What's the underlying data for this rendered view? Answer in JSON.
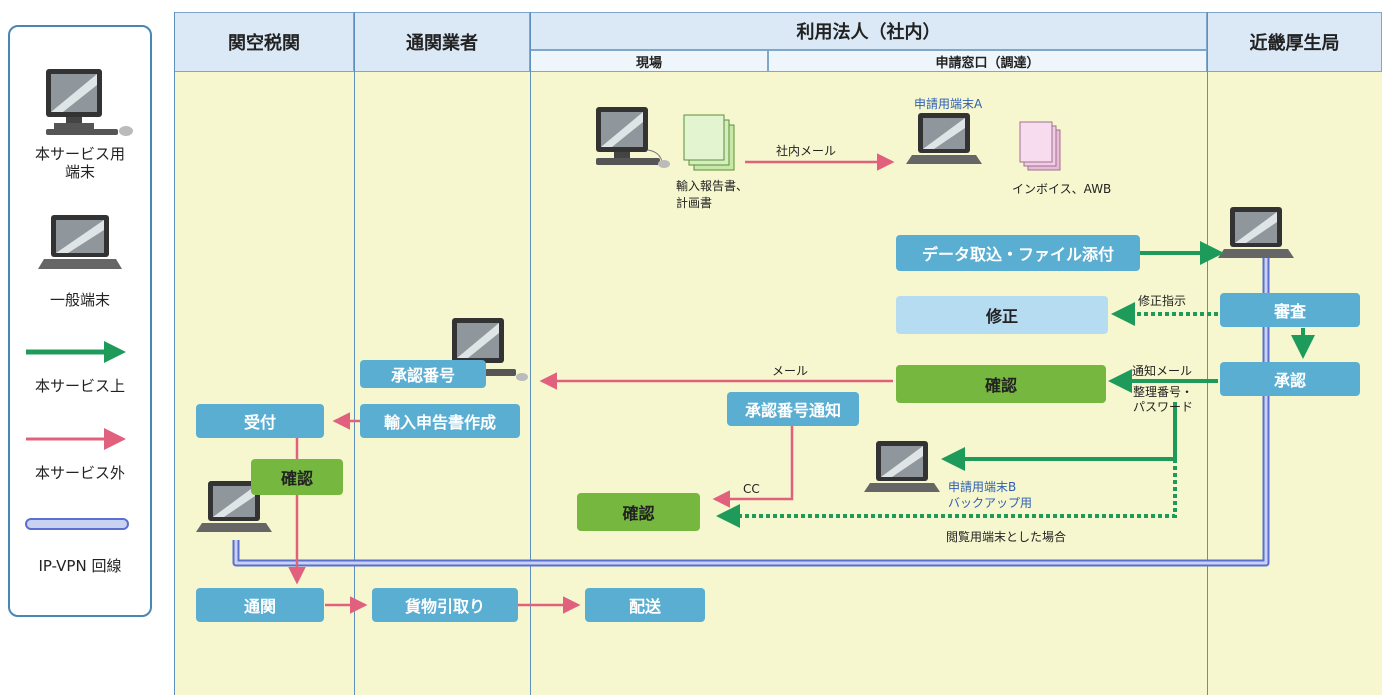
{
  "legend": {
    "service_terminal": "本サービス用\n端末",
    "general_terminal": "一般端末",
    "service_on": "本サービス上",
    "service_off": "本サービス外",
    "ipvpn": "IP-VPN 回線"
  },
  "lanes": {
    "customs": "関空税関",
    "broker": "通関業者",
    "corp": "利用法人（社内）",
    "corp_site": "現場",
    "corp_window": "申請窓口（調達）",
    "bureau": "近畿厚生局"
  },
  "labels": {
    "terminal_a": "申請用端末A",
    "internal_mail": "社内メール",
    "import_docs": "輸入報告書、\n計画書",
    "invoice": "インボイス、AWB",
    "fix_instruction": "修正指示",
    "notice_mail": "通知メール",
    "ref_password": "整理番号・\nパスワード",
    "mail": "メール",
    "cc": "CC",
    "terminal_b": "申請用端末B\nバックアップ用",
    "viewing_case": "閲覧用端末とした場合"
  },
  "boxes": {
    "data_import": "データ取込・ファイル添付",
    "review": "審査",
    "fix": "修正",
    "approve": "承認",
    "confirm_window": "確認",
    "approval_no": "承認番号",
    "approval_notice": "承認番号通知",
    "import_decl": "輸入申告書作成",
    "receive": "受付",
    "confirm_customs": "確認",
    "confirm_site": "確認",
    "clearance": "通関",
    "pickup": "貨物引取り",
    "delivery": "配送"
  },
  "colors": {
    "service_on": "#1e9a5b",
    "service_off": "#e0607e",
    "box_teal": "#5aaed2",
    "box_green": "#76b83f",
    "lane_fill": "#f6f7cf",
    "header_fill": "#dbe9f6",
    "vpn_line": "#5b6fd0"
  }
}
